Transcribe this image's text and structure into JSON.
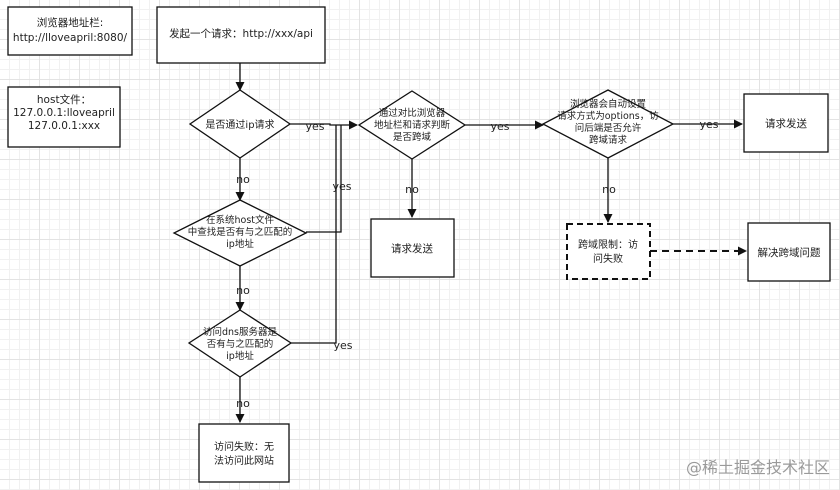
{
  "nodes": {
    "address_bar": [
      "浏览器地址栏:",
      "http://lloveapril:8080/"
    ],
    "host_file": [
      "host文件：",
      "",
      "127.0.0.1:lloveapril",
      "127.0.0.1:xxx"
    ],
    "start": [
      "发起一个请求：http://xxx/api"
    ],
    "is_ip": [
      "是否通过ip请求"
    ],
    "host_lookup": [
      "在系统host文件",
      "中查找是否有与之匹配的",
      "ip地址"
    ],
    "dns_lookup": [
      "访问dns服务器是",
      "否有与之匹配的",
      "ip地址"
    ],
    "visit_fail": [
      "访问失败：无",
      "法访问此网站"
    ],
    "cross_check": [
      "通过对比浏览器",
      "地址栏和请求判断",
      "是否跨域"
    ],
    "send_1": [
      "请求发送"
    ],
    "preflight": [
      "浏览器会自动设置",
      "请求方式为options，访",
      "问后端是否允许",
      "跨域请求"
    ],
    "send_2": [
      "请求发送"
    ],
    "cors_fail": [
      "跨域限制：访",
      "问失败"
    ],
    "solve": [
      "解决跨域问题"
    ]
  },
  "edge_labels": {
    "is_ip_yes": "yes",
    "is_ip_no": "no",
    "host_yes": "yes",
    "host_no": "no",
    "dns_yes": "yes",
    "dns_no": "no",
    "cross_yes": "yes",
    "cross_no": "no",
    "preflight_yes": "yes",
    "preflight_no": "no"
  },
  "watermark": "@稀土掘金技术社区"
}
